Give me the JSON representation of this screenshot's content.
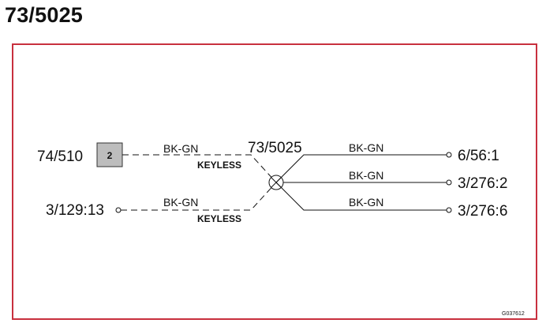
{
  "page_title": "73/5025",
  "diagram": {
    "splice_label": "73/5025",
    "connector_box": {
      "label": "74/510",
      "pin": "2"
    },
    "left_terminal": {
      "label": "3/129:13"
    },
    "left_wires": [
      {
        "color": "BK-GN",
        "note": "KEYLESS"
      },
      {
        "color": "BK-GN",
        "note": "KEYLESS"
      }
    ],
    "right_wires": [
      {
        "color": "BK-GN",
        "destination": "6/56:1"
      },
      {
        "color": "BK-GN",
        "destination": "3/276:2"
      },
      {
        "color": "BK-GN",
        "destination": "3/276:6"
      }
    ],
    "figure_code": "G037612"
  },
  "colors": {
    "frame": "#c8303e",
    "box_fill": "#bdbdbd",
    "line": "#111111"
  }
}
